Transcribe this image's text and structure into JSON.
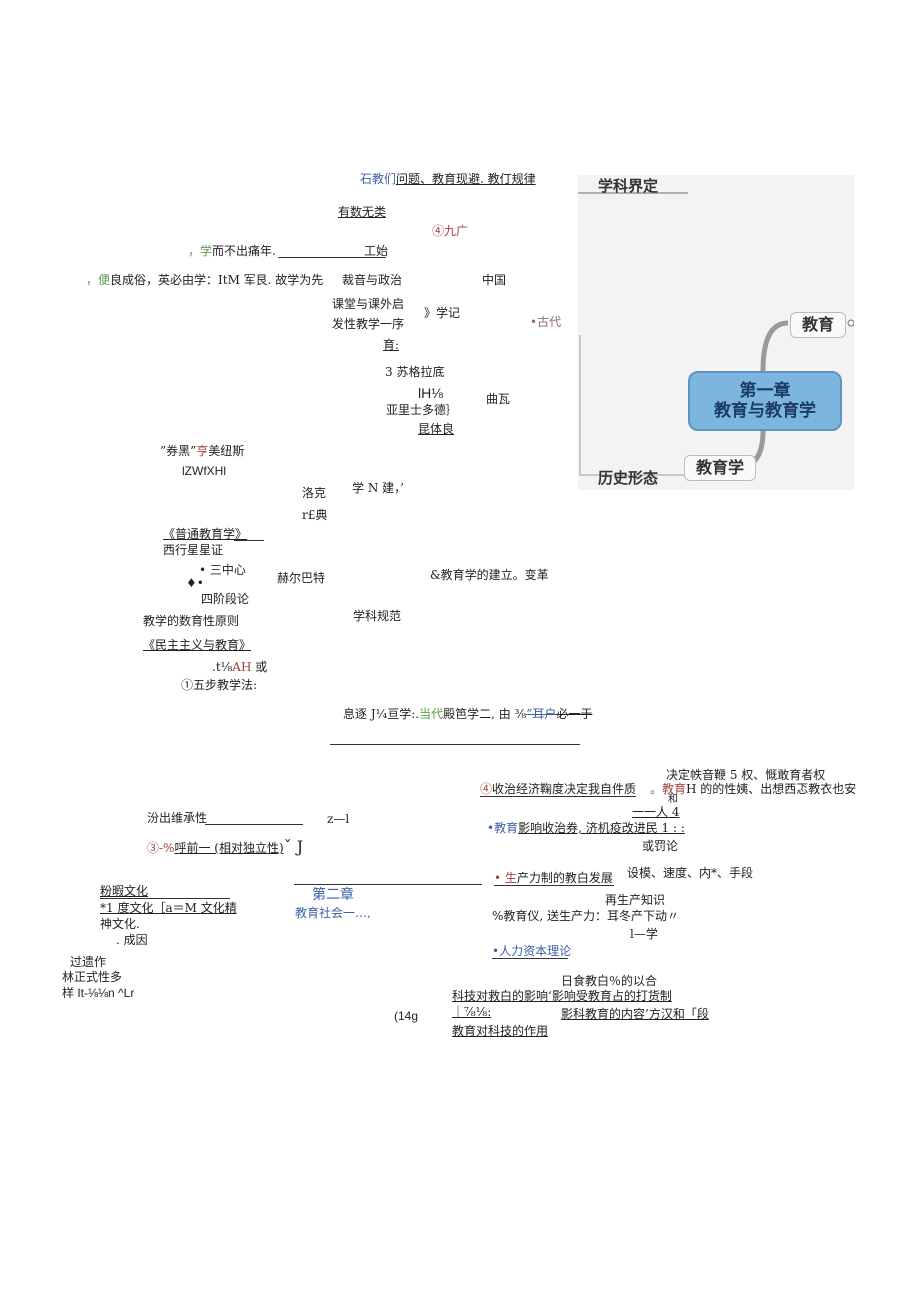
{
  "top": {
    "l1_prefix": "石教们",
    "l1_rest": "问题、教育现避. 教仃规律",
    "l2": "有数无类",
    "l3": "④九广",
    "l4_prefix": "，学",
    "l4_rest": "而不出痛年.",
    "l4_right": "工始",
    "l5_prefix": "，便",
    "l5_rest": "良成俗，英必由学：ItM 军艮. 故学为先",
    "l5_mid": "裁音与政治",
    "l5_right": "中国",
    "l6": "课堂与课外启",
    "l6_right": "》学记",
    "l7": "发性教学一序",
    "l7_far": "•古代",
    "l8": "育:",
    "l9": "3 苏格拉底",
    "l10": "lH⅛",
    "l10_right": "曲瓦",
    "l11": "亚里士多德｝",
    "l12": "昆体良"
  },
  "middle": {
    "m1_a": "”券黑”",
    "m1_b": "亨",
    "m1_c": "美纽斯",
    "m2": "lZWfXHl",
    "m3": "洛克",
    "m3_right": "学 N 建，’",
    "m4": "r£典",
    "m5": "《普通教育学》",
    "m6": "西行星星证",
    "m7": "• 三中心",
    "m8": "♦•",
    "m9": "赫尔巴特",
    "m9_right": "&教育学的建立。变革",
    "m10": "四阶段论",
    "m11": "教学的数育性原则",
    "m11_right": "学科规范",
    "m12": "《民主主义与教育》",
    "m13_a": ".t⅛",
    "m13_b": "AH",
    "m13_c": " 或",
    "m14": "①五步教学法:",
    "m15_a": "息逐 J¼亘学:.",
    "m15_b": "当代",
    "m15_c": "殿笆学二, 由 ⅜",
    "m15_d": "”耳户",
    "m15_e": "必一于"
  },
  "lower": {
    "r1": "决定帙音鞭 5 权、慨敢育者权",
    "r2_a": "④",
    "r2_b": "收治经济鞠度决定我自件质",
    "r2_c": "。教育",
    "r2_d": "H 的的性姨、出想西忑教衣也安",
    "r2_e": "和",
    "r3": "一一人 4",
    "r4_a": "•教育",
    "r4_b": "影响收治券, 济机疫改进民 1 : :",
    "r5": "或罚论",
    "l1": "汾出维承性",
    "l1_right": "z—l",
    "l2_a": "③-%",
    "l2_b": "呼前一 (相对独立性)",
    "l2_c": "ˇ J",
    "r6_a": "• 生",
    "r6_b": "产力制的教白发展",
    "r6_c": "设模、速度、内*、手段",
    "ch2": "第二章",
    "ch2_sub": "教育社会一…,",
    "l3": "粉暇文化",
    "l4": "*1 度文化［a＝M 文化精",
    "l5": "神文化.",
    "l6": ". 成因",
    "r7": "再生产知识",
    "r8": "%教育仪, 送生产力：耳冬产下动〃",
    "r9": "l—学",
    "r10": "•人力资本理论",
    "l7": "过遗作",
    "l8": "林正式性多",
    "l9": "样 It-⅛⅛n ^Lr",
    "r11": "日食教白％的以合",
    "r12": "科技对救白的影响‘影响受教育占的打货制",
    "r13_a": "｜⅞⅛:",
    "r13_b": "影科教育的内容’方汉和「段",
    "r14_left": "(14g",
    "r14": "教育对科技的作用"
  },
  "mindmap": {
    "subject": "学科界定",
    "node1": "教育",
    "chapter_line1": "第一章",
    "chapter_line2": "教育与教育学",
    "node2": "教育学",
    "history": "历史形态"
  }
}
